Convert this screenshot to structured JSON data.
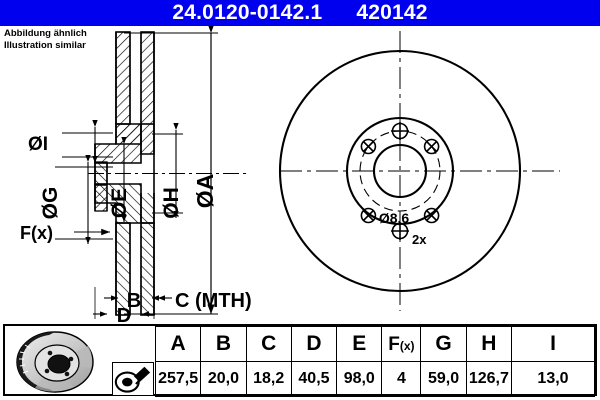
{
  "header": {
    "part_number": "24.0120-0142.1",
    "article_number": "420142",
    "background_color": "#0000ee",
    "text_color": "#ffffff"
  },
  "note": {
    "line_de": "Abbildung ähnlich",
    "line_en": "Illustration similar"
  },
  "drawing": {
    "section_view": {
      "dimension_labels": [
        "ØI",
        "ØG",
        "ØE",
        "ØH",
        "ØA",
        "F(x)",
        "B",
        "C (MTH)",
        "D"
      ]
    },
    "face_view": {
      "hole_diameter_label": "Ø8,6",
      "hole_count_label": "2x"
    }
  },
  "spec_table": {
    "headers": [
      "A",
      "B",
      "C",
      "D",
      "E",
      "F(x)",
      "G",
      "H",
      "I"
    ],
    "f_label_main": "F",
    "f_label_sub": "(x)",
    "values": [
      "257,5",
      "20,0",
      "18,2",
      "40,5",
      "98,0",
      "4",
      "59,0",
      "126,7",
      "13,0"
    ],
    "icons": {
      "product": "brake-disc-icon",
      "measurement": "caliper-icon"
    }
  }
}
